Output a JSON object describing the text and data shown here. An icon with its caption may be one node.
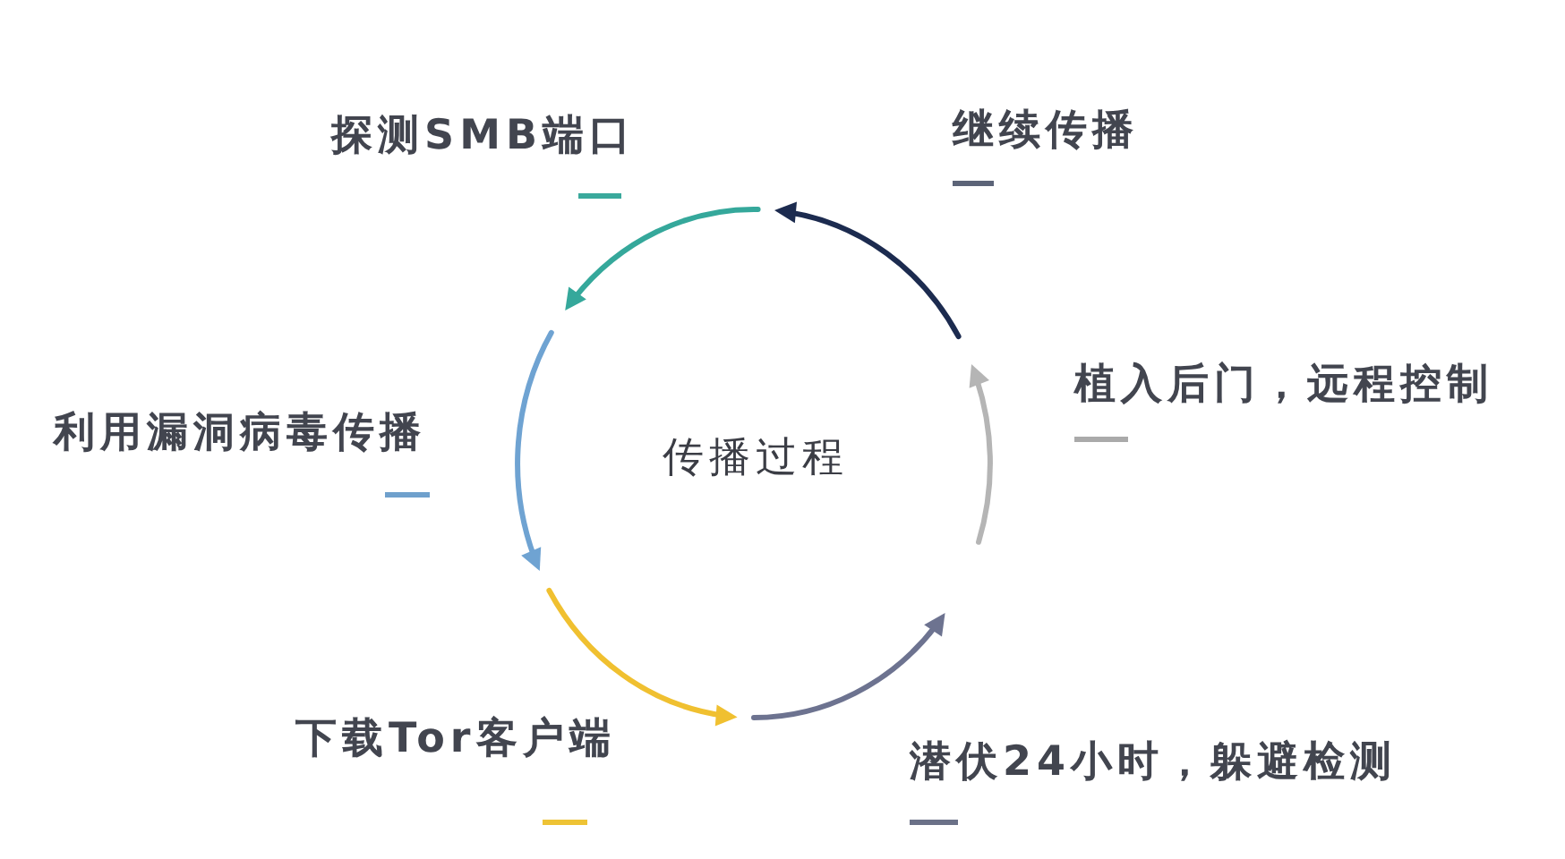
{
  "diagram": {
    "labels": [
      "探测SMB端口",
      "继续传播",
      "利用漏洞病毒传播",
      "传播过程",
      "植入后门，远程控制",
      "下载Tor客户端",
      "潜伏24小时，躲避检测"
    ]
  }
}
